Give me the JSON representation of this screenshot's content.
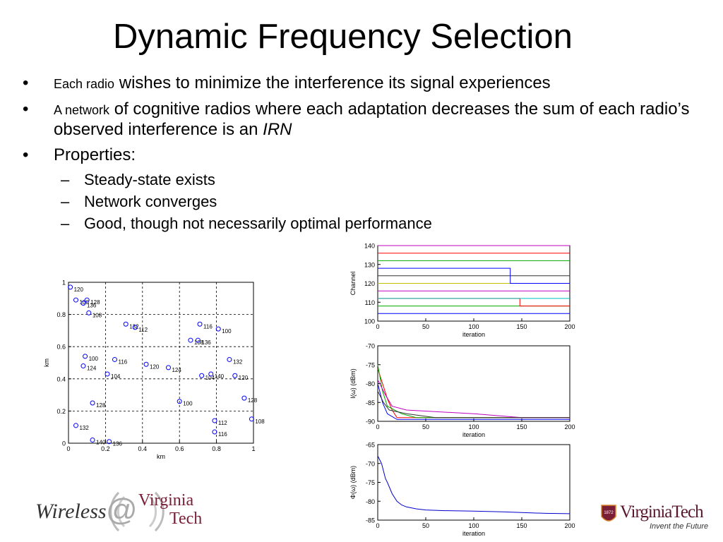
{
  "slide": {
    "title": "Dynamic Frequency Selection",
    "bullets": [
      {
        "small": "Each radio",
        "text": " wishes to minimize the interference its signal experiences",
        "italic": ""
      },
      {
        "small": "A network",
        "text": " of cognitive radios where each adaptation decreases the sum of each radio’s observed interference is an ",
        "italic": "IRN"
      },
      {
        "small": "",
        "text": "Properties:",
        "italic": ""
      }
    ],
    "sub_bullets": [
      "Steady-state exists",
      "Network converges",
      "Good, though not necessarily optimal performance"
    ]
  },
  "logos": {
    "left": {
      "word1": "Wireless",
      "at": "@",
      "word2": "Virginia",
      "word3": "Tech"
    },
    "right": {
      "name": "VirginiaTech",
      "tagline": "Invent the Future",
      "seal": "1872"
    }
  },
  "colors": {
    "maroon": "#7a1e36",
    "orange": "#d9822b",
    "plot_blue": "#0000cc",
    "grid": "#000000"
  },
  "chart_data": [
    {
      "type": "scatter",
      "xlabel": "km",
      "ylabel": "km",
      "xlim": [
        0,
        1
      ],
      "ylim": [
        0,
        1
      ],
      "xticks": [
        "0",
        "0.2",
        "0.4",
        "0.6",
        "0.8",
        "1"
      ],
      "yticks": [
        "0",
        "0.2",
        "0.4",
        "0.6",
        "0.8",
        "1"
      ],
      "grid": true,
      "points": [
        {
          "x": 0.01,
          "y": 0.97,
          "label": "120"
        },
        {
          "x": 0.04,
          "y": 0.89,
          "label": "100"
        },
        {
          "x": 0.08,
          "y": 0.87,
          "label": "136"
        },
        {
          "x": 0.1,
          "y": 0.89,
          "label": "128"
        },
        {
          "x": 0.11,
          "y": 0.81,
          "label": "108"
        },
        {
          "x": 0.31,
          "y": 0.74,
          "label": "132"
        },
        {
          "x": 0.36,
          "y": 0.72,
          "label": "112"
        },
        {
          "x": 0.71,
          "y": 0.74,
          "label": "116"
        },
        {
          "x": 0.81,
          "y": 0.71,
          "label": "100"
        },
        {
          "x": 0.66,
          "y": 0.64,
          "label": "108"
        },
        {
          "x": 0.7,
          "y": 0.64,
          "label": "136"
        },
        {
          "x": 0.09,
          "y": 0.54,
          "label": "100"
        },
        {
          "x": 0.08,
          "y": 0.48,
          "label": "124"
        },
        {
          "x": 0.25,
          "y": 0.52,
          "label": "116"
        },
        {
          "x": 0.21,
          "y": 0.43,
          "label": "104"
        },
        {
          "x": 0.42,
          "y": 0.49,
          "label": "120"
        },
        {
          "x": 0.54,
          "y": 0.47,
          "label": "124"
        },
        {
          "x": 0.87,
          "y": 0.52,
          "label": "132"
        },
        {
          "x": 0.72,
          "y": 0.42,
          "label": "104"
        },
        {
          "x": 0.77,
          "y": 0.43,
          "label": "140"
        },
        {
          "x": 0.9,
          "y": 0.42,
          "label": "120"
        },
        {
          "x": 0.13,
          "y": 0.25,
          "label": "128"
        },
        {
          "x": 0.6,
          "y": 0.26,
          "label": "100"
        },
        {
          "x": 0.95,
          "y": 0.28,
          "label": "128"
        },
        {
          "x": 0.04,
          "y": 0.11,
          "label": "132"
        },
        {
          "x": 0.79,
          "y": 0.14,
          "label": "112"
        },
        {
          "x": 0.79,
          "y": 0.07,
          "label": "116"
        },
        {
          "x": 0.99,
          "y": 0.15,
          "label": "108"
        },
        {
          "x": 0.13,
          "y": 0.02,
          "label": "140"
        },
        {
          "x": 0.22,
          "y": 0.01,
          "label": "136"
        }
      ]
    },
    {
      "type": "line",
      "xlabel": "iteration",
      "ylabel": "Channel",
      "xlim": [
        0,
        200
      ],
      "ylim": [
        100,
        140
      ],
      "xticks": [
        "0",
        "50",
        "100",
        "150",
        "200"
      ],
      "yticks": [
        "100",
        "110",
        "120",
        "130",
        "140"
      ],
      "grid": false,
      "series": [
        {
          "color": "#0000ff",
          "x": [
            0,
            200
          ],
          "y": [
            104,
            104
          ]
        },
        {
          "color": "#00aa00",
          "x": [
            0,
            200
          ],
          "y": [
            108,
            108
          ]
        },
        {
          "color": "#ff0000",
          "x": [
            0,
            148,
            148,
            200
          ],
          "y": [
            112,
            112,
            108,
            108
          ]
        },
        {
          "color": "#00bfbf",
          "x": [
            0,
            200
          ],
          "y": [
            112,
            112
          ]
        },
        {
          "color": "#bf00bf",
          "x": [
            0,
            200
          ],
          "y": [
            116,
            116
          ]
        },
        {
          "color": "#bfbf00",
          "x": [
            0,
            200
          ],
          "y": [
            120,
            120
          ]
        },
        {
          "color": "#333333",
          "x": [
            0,
            200
          ],
          "y": [
            124,
            124
          ]
        },
        {
          "color": "#0000ff",
          "x": [
            0,
            138,
            138,
            200
          ],
          "y": [
            128,
            128,
            120,
            120
          ]
        },
        {
          "color": "#00aa00",
          "x": [
            0,
            200
          ],
          "y": [
            132,
            132
          ]
        },
        {
          "color": "#ff0000",
          "x": [
            0,
            200
          ],
          "y": [
            136,
            136
          ]
        },
        {
          "color": "#bf00bf",
          "x": [
            0,
            200
          ],
          "y": [
            140,
            140
          ]
        }
      ]
    },
    {
      "type": "line",
      "xlabel": "iteration",
      "ylabel": "I(ω) (dBm)",
      "xlim": [
        0,
        200
      ],
      "ylim": [
        -90,
        -70
      ],
      "xticks": [
        "0",
        "50",
        "100",
        "150",
        "200"
      ],
      "yticks": [
        "-90",
        "-85",
        "-80",
        "-75",
        "-70"
      ],
      "grid": false,
      "series": [
        {
          "color": "#ff0000",
          "x": [
            0,
            5,
            10,
            15,
            20,
            200
          ],
          "y": [
            -76,
            -80,
            -84,
            -87,
            -89,
            -89
          ]
        },
        {
          "color": "#00aa00",
          "x": [
            0,
            5,
            10,
            25,
            40,
            200
          ],
          "y": [
            -75,
            -82,
            -86,
            -88,
            -89,
            -89
          ]
        },
        {
          "color": "#0000ff",
          "x": [
            0,
            5,
            10,
            20,
            200
          ],
          "y": [
            -80,
            -85,
            -88,
            -89.5,
            -89.5
          ]
        },
        {
          "color": "#bf00bf",
          "x": [
            0,
            8,
            15,
            30,
            100,
            150,
            200
          ],
          "y": [
            -79,
            -83,
            -86,
            -87,
            -88,
            -89,
            -89
          ]
        },
        {
          "color": "#333333",
          "x": [
            0,
            6,
            12,
            30,
            60,
            200
          ],
          "y": [
            -82,
            -85,
            -87,
            -88,
            -89,
            -89
          ]
        }
      ]
    },
    {
      "type": "line",
      "xlabel": "iteration",
      "ylabel": "Φ(ω) (dBm)",
      "xlim": [
        0,
        200
      ],
      "ylim": [
        -85,
        -65
      ],
      "xticks": [
        "0",
        "50",
        "100",
        "150",
        "200"
      ],
      "yticks": [
        "-85",
        "-80",
        "-75",
        "-70",
        "-65"
      ],
      "grid": false,
      "series": [
        {
          "color": "#0000cc",
          "x": [
            0,
            2,
            4,
            6,
            8,
            10,
            15,
            20,
            25,
            30,
            40,
            50,
            70,
            100,
            130,
            150,
            175,
            200
          ],
          "y": [
            -68,
            -69,
            -70,
            -72,
            -74,
            -75,
            -78,
            -80,
            -81,
            -81.5,
            -82,
            -82.3,
            -82.5,
            -82.6,
            -82.8,
            -83,
            -83.2,
            -83.3
          ]
        }
      ]
    }
  ]
}
